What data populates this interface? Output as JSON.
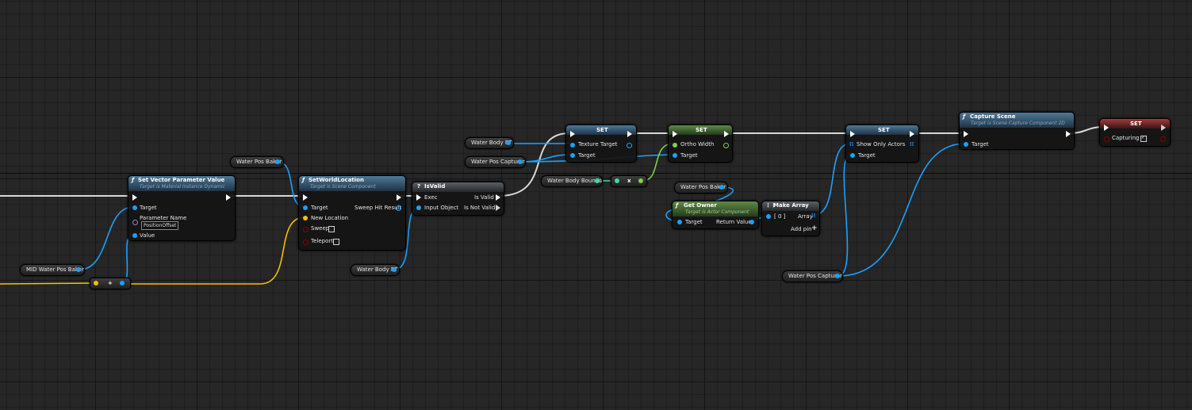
{
  "colors": {
    "object": "#1aa0ff",
    "vector": "#f3c000",
    "float": "#7dd24a",
    "struct": "#45d6a0",
    "bool": "#8b0000",
    "exec": "#ffffff"
  },
  "icons": {
    "function": "function-f-icon",
    "exec": "exec-arrow-icon",
    "array": "array-grid-icon",
    "add": "add-pin-plus-icon",
    "macro": "question-mark-icon"
  },
  "vars": {
    "mid_water_pos_baker": "MID Water Pos Baker",
    "water_pos_baker_1": "Water Pos Baker",
    "water_pos_baker_2": "Water Pos Baker",
    "water_body_rt_1": "Water Body RT",
    "water_body_rt_2": "Water Body RT",
    "water_pos_capturer_1": "Water Pos Capturer",
    "water_pos_capturer_2": "Water Pos Capturer",
    "water_body_bounds": "Water Body Bounds"
  },
  "set_vector": {
    "title": "Set Vector Parameter Value",
    "subtitle": "Target is Material Instance Dynamic",
    "target": "Target",
    "param_name_label": "Parameter Name",
    "param_name_value": "PositionOffset",
    "value": "Value"
  },
  "set_world_location": {
    "title": "SetWorldLocation",
    "subtitle": "Target is Scene Component",
    "target": "Target",
    "new_location": "New Location",
    "sweep": "Sweep",
    "teleport": "Teleport",
    "sweep_hit": "Sweep Hit Result"
  },
  "is_valid": {
    "title": "IsValid",
    "exec": "Exec",
    "input_object": "Input Object",
    "is_valid": "Is Valid",
    "is_not_valid": "Is Not Valid"
  },
  "set_texture": {
    "title": "SET",
    "texture_target": "Texture Target",
    "target": "Target"
  },
  "set_ortho": {
    "title": "SET",
    "ortho_width": "Ortho Width",
    "target": "Target"
  },
  "set_show_only": {
    "title": "SET",
    "show_only": "Show Only Actors",
    "target": "Target"
  },
  "get_owner": {
    "title": "Get Owner",
    "subtitle": "Target is Actor Component",
    "target": "Target",
    "return_value": "Return Value"
  },
  "make_array": {
    "title": "Make Array",
    "item0": "[ 0 ]",
    "array": "Array",
    "add_pin": "Add pin"
  },
  "capture_scene": {
    "title": "Capture Scene",
    "subtitle": "Target is Scene Capture Component 2D",
    "target": "Target"
  },
  "set_capturing": {
    "title": "SET",
    "capturing": "Capturing",
    "capturing_value": true
  },
  "compact": {
    "vector_op": "+",
    "bounds_op": "x"
  }
}
